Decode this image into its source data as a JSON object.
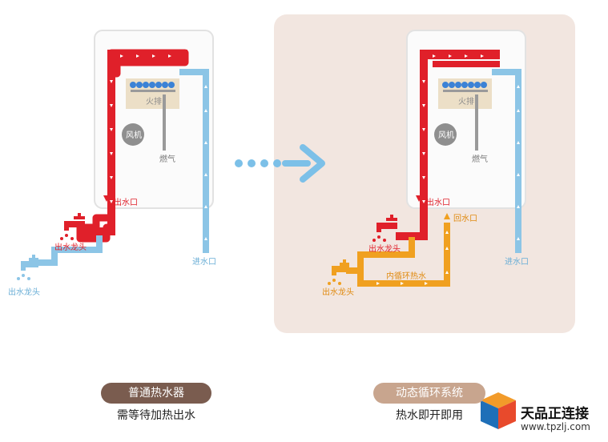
{
  "colors": {
    "hot": "#e0202a",
    "cold": "#8cc5e6",
    "loop": "#f0a020",
    "panel": "#f2e6e0",
    "heater": "#fbfbfb",
    "burner": "#ecdfc7",
    "flame": "#3b82d6",
    "fan": "#8f8f8f",
    "arrow": "#7cc0e8",
    "pill_left": "#7a5c4f",
    "pill_right": "#c8a58e"
  },
  "left": {
    "burner_label": "火排",
    "fan_label": "风机",
    "gas_label": "燃气",
    "outlet_label": "出水口",
    "tap_label": "出水龙头",
    "inlet_label": "进水口",
    "tap2_label": "出水龙头",
    "pill": "普通热水器",
    "caption": "需等待加热出水"
  },
  "right": {
    "burner_label": "火排",
    "fan_label": "风机",
    "gas_label": "燃气",
    "outlet_label": "出水口",
    "return_label": "回水口",
    "tap_label": "出水龙头",
    "inlet_label": "进水口",
    "loop_label": "内循环热水",
    "tap2_label": "出水龙头",
    "pill": "动态循环系统",
    "caption": "热水即开即用"
  },
  "watermark": {
    "brand": "天品正连接",
    "url": "www.tpzlj.com"
  }
}
